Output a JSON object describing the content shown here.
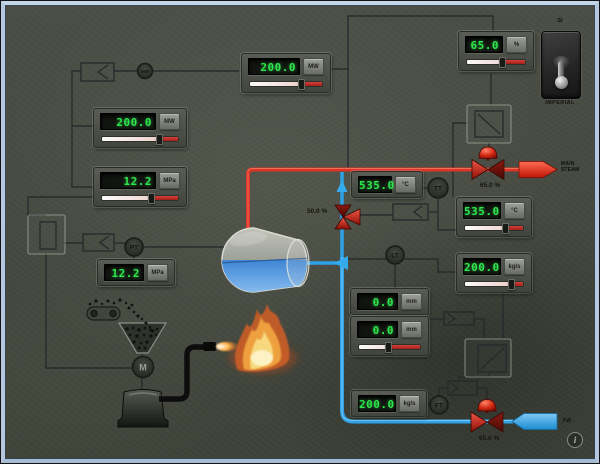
{
  "unit_switch": {
    "top_label": "SI",
    "bottom_label": "IMPERIAL"
  },
  "displays": [
    {
      "name": "power-setpoint",
      "value": "200.0",
      "unit": "MW",
      "slider": 0.7
    },
    {
      "name": "power-output",
      "value": "200.0",
      "unit": "MW",
      "slider": 0.74
    },
    {
      "name": "steam-pressure-setpoint",
      "value": "12.2",
      "unit": "MPa",
      "slider": 0.64
    },
    {
      "name": "steam-pressure",
      "value": "12.2",
      "unit": "MPa",
      "slider": null
    },
    {
      "name": "steam-temperature",
      "value": "535.0",
      "unit": "°C",
      "slider": null
    },
    {
      "name": "steam-temperature-setpoint",
      "value": "535.0",
      "unit": "°C",
      "slider": 0.68
    },
    {
      "name": "steam-flow-setpoint",
      "value": "200.0",
      "unit": "kg/s",
      "slider": 0.78
    },
    {
      "name": "drum-level",
      "value": "0.0",
      "unit": "mm",
      "slider": null
    },
    {
      "name": "drum-level-setpoint",
      "value": "0.0",
      "unit": "mm",
      "slider": 0.48
    },
    {
      "name": "feedwater-flow",
      "value": "200.0",
      "unit": "kg/s",
      "slider": null
    },
    {
      "name": "valve-position",
      "value": "65.0",
      "unit": "%",
      "slider": 0.6
    }
  ],
  "valves": [
    {
      "name": "spray-attemperator-valve",
      "position_label": "50.0 %"
    },
    {
      "name": "main-steam-valve",
      "position_label": "65.0 %"
    },
    {
      "name": "feedwater-valve",
      "position_label": "65.0 %"
    }
  ],
  "pipe_labels": {
    "main_steam_line1": "MAIN",
    "main_steam_line2": "STEAM",
    "feedwater": "FW"
  },
  "instruments": [
    {
      "label": "MW"
    },
    {
      "label": "PT"
    },
    {
      "label": "TT"
    },
    {
      "label": "LT"
    },
    {
      "label": "FT"
    },
    {
      "label": "M"
    }
  ],
  "info_button_label": "i",
  "colors": {
    "digit_green": "#2ce64b",
    "pipe_red": "#dd3425",
    "pipe_blue": "#2ea2e8",
    "valve_red": "#c41e12",
    "frame_blue": "#b4c9df"
  }
}
